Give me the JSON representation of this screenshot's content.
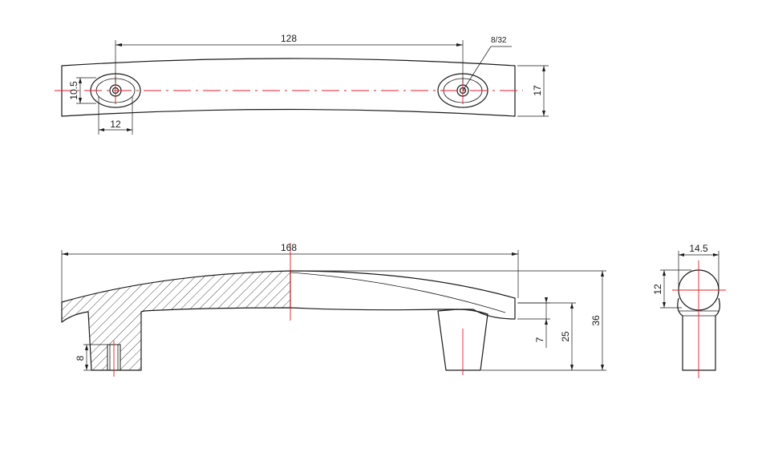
{
  "colors": {
    "line": "#1a1a1a",
    "centerline": "#e02020",
    "background": "#ffffff"
  },
  "top_view": {
    "hole_spacing": "128",
    "thread": "8/32",
    "end_height": "10.5",
    "boss_width": "12",
    "overall_height": "17"
  },
  "side_view": {
    "overall_length": "168",
    "foot_depth": "8",
    "foot_height": "7",
    "clearance": "25",
    "overall_height": "36"
  },
  "end_view": {
    "width": "14.5",
    "section_height": "12"
  }
}
